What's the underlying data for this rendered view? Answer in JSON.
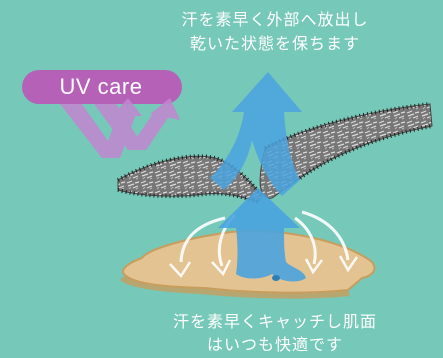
{
  "captions": {
    "top_line1": "汗を素早く外部へ放出し",
    "top_line2": "乾いた状態を保ちます",
    "bottom_line1": "汗を素早くキャッチし肌面",
    "bottom_line2": "はいつも快適です"
  },
  "uv_badge": {
    "label": "UV care"
  },
  "colors": {
    "background": "#76c8b9",
    "badge": "#b561b7",
    "arrow_blue": "#4aa3df",
    "skin": "#e3c391",
    "fabric": "#7e7e7e"
  }
}
